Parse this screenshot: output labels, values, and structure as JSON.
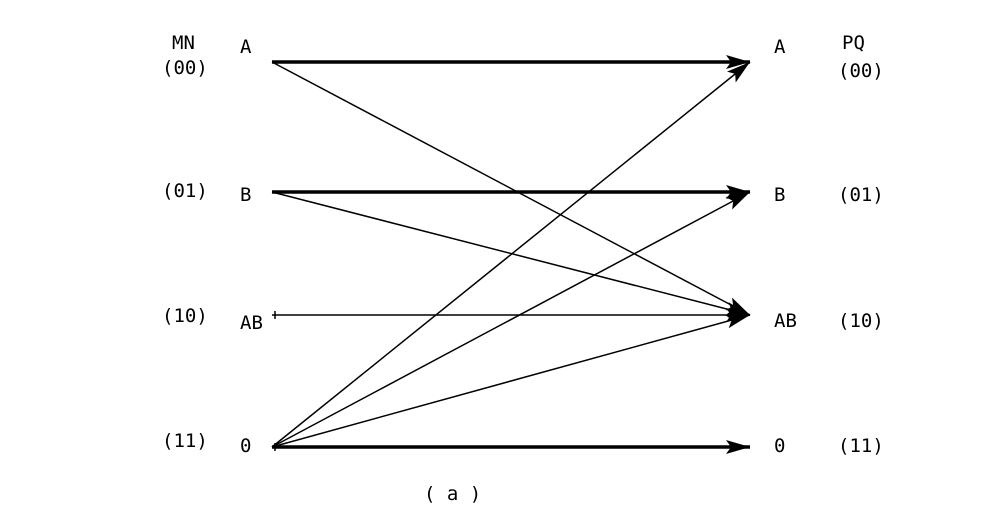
{
  "diagram": {
    "left_header": "MN",
    "right_header": "PQ",
    "caption": "( a )",
    "line_color": "#000000",
    "left_states": [
      {
        "name": "A",
        "code": "(00)"
      },
      {
        "name": "B",
        "code": "(01)"
      },
      {
        "name": "AB",
        "code": "(10)"
      },
      {
        "name": "0",
        "code": "(11)"
      }
    ],
    "right_states": [
      {
        "name": "A",
        "code": "(00)"
      },
      {
        "name": "B",
        "code": "(01)"
      },
      {
        "name": "AB",
        "code": "(10)"
      },
      {
        "name": "0",
        "code": "(11)"
      }
    ],
    "transitions": [
      {
        "from": 0,
        "to": 0,
        "bold": true
      },
      {
        "from": 0,
        "to": 2,
        "bold": false
      },
      {
        "from": 1,
        "to": 1,
        "bold": true
      },
      {
        "from": 1,
        "to": 2,
        "bold": false
      },
      {
        "from": 2,
        "to": 2,
        "bold": false
      },
      {
        "from": 3,
        "to": 0,
        "bold": false
      },
      {
        "from": 3,
        "to": 1,
        "bold": false
      },
      {
        "from": 3,
        "to": 2,
        "bold": false
      },
      {
        "from": 3,
        "to": 3,
        "bold": true
      }
    ]
  }
}
